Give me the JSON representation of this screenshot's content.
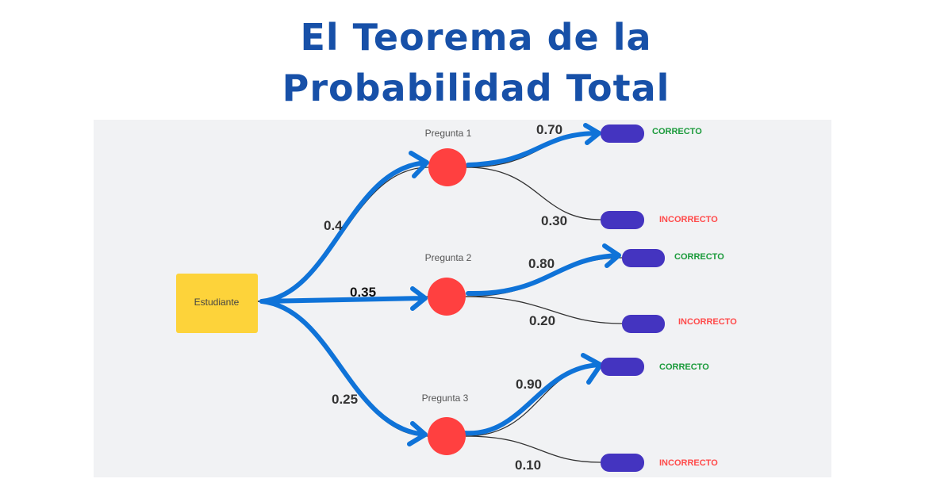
{
  "title_line1": "El Teorema de la",
  "title_line2": "Probabilidad Total",
  "root": "Estudiante",
  "questions": [
    {
      "label": "Pregunta 1",
      "prob": "0.4",
      "correct_prob": "0.70",
      "incorrect_prob": "0.30"
    },
    {
      "label": "Pregunta 2",
      "prob": "0.35",
      "correct_prob": "0.80",
      "incorrect_prob": "0.20"
    },
    {
      "label": "Pregunta 3",
      "prob": "0.25",
      "correct_prob": "0.90",
      "incorrect_prob": "0.10"
    }
  ],
  "correct_label": "CORRECTO",
  "incorrect_label": "INCORRECTO",
  "colors": {
    "root": "#fdd33a",
    "question": "#ff4040",
    "outcome": "#4434c0",
    "correct": "#1a9a3a",
    "incorrect": "#ff4a4a",
    "highlight": "#0f73d8",
    "title": "#1750a8"
  }
}
